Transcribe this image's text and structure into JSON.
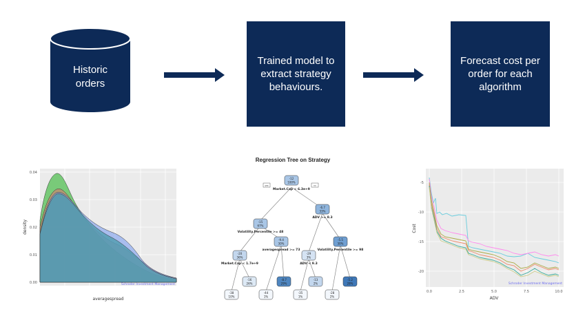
{
  "flow": {
    "cylinder": {
      "label_line1": "Historic",
      "label_line2": "orders"
    },
    "box1": {
      "label_line1": "Trained model to",
      "label_line2": "extract strategy",
      "label_line3": "behaviours."
    },
    "box2": {
      "label_line1": "Forecast cost per",
      "label_line2": "order for each",
      "label_line3": "algorithm"
    }
  },
  "colors": {
    "navy": "#0d2a57",
    "density_green": "#5cc25c",
    "density_red": "#e07070",
    "density_blue": "#7b9ef0",
    "density_teal": "#4a9aaa",
    "tree_node": "#a9c6e6",
    "tree_node_dark": "#4f86c0"
  },
  "density_chart": {
    "ylabel": "density",
    "xlabel": "averagespread",
    "yticks": [
      "0.04",
      "0.03",
      "0.02",
      "0.01",
      "0.00"
    ],
    "watermark": "Schroder Investment Management"
  },
  "tree": {
    "title": "Regression Tree on Strategy",
    "splits": {
      "root": "Market.Cap < 6.3e+9",
      "left": "Volatility.Percentile >= 48",
      "right": "ADV >= 8.3",
      "ll": "Market.Cap < 1.7e+9",
      "lr": "averagespread >= 73",
      "rl": "ADV < 9.3",
      "rr": "Volatility.Percentile >= 98"
    },
    "yes_label": "yes",
    "no_label": "no",
    "nodes": {
      "root": [
        "-12",
        "100%"
      ],
      "n_l": [
        "-15",
        "67%"
      ],
      "n_r": [
        "-6.7",
        "33%"
      ],
      "n_ll": [
        "-20",
        "36%"
      ],
      "n_lr": [
        "-9.4",
        "30%"
      ],
      "n_rl": [
        "-29",
        "3%"
      ],
      "n_rr": [
        "-5.5",
        "30%"
      ]
    },
    "leaves": [
      {
        "v": "-38",
        "p": "10%"
      },
      {
        "v": "-16",
        "p": "26%"
      },
      {
        "v": "-44",
        "p": "1%"
      },
      {
        "v": "-8.7",
        "p": "29%"
      },
      {
        "v": "-35",
        "p": "1%"
      },
      {
        "v": "-13",
        "p": "2%"
      },
      {
        "v": "-28",
        "p": "2%"
      },
      {
        "v": "-5.2",
        "p": "28%"
      }
    ]
  },
  "cost_chart": {
    "ylabel": "Cost",
    "xlabel": "ADV",
    "yticks": [
      "-5",
      "-10",
      "-15",
      "-20"
    ],
    "xticks": [
      "0.0",
      "2.5",
      "5.0",
      "7.5",
      "10.0"
    ],
    "watermark": "Schroder Investment Management"
  }
}
